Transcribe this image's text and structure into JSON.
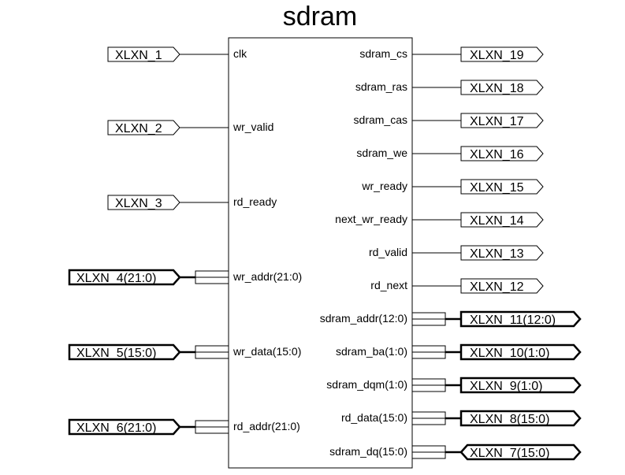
{
  "title": "sdram",
  "left_ports": [
    {
      "pin": "clk",
      "net": "XLXN_1",
      "bus": false,
      "dir": "input"
    },
    {
      "pin": "wr_valid",
      "net": "XLXN_2",
      "bus": false,
      "dir": "input"
    },
    {
      "pin": "rd_ready",
      "net": "XLXN_3",
      "bus": false,
      "dir": "input"
    },
    {
      "pin": "wr_addr(21:0)",
      "net": "XLXN_4(21:0)",
      "bus": true,
      "dir": "input"
    },
    {
      "pin": "wr_data(15:0)",
      "net": "XLXN_5(15:0)",
      "bus": true,
      "dir": "input"
    },
    {
      "pin": "rd_addr(21:0)",
      "net": "XLXN_6(21:0)",
      "bus": true,
      "dir": "input"
    }
  ],
  "right_ports": [
    {
      "pin": "sdram_cs",
      "net": "XLXN_19",
      "bus": false,
      "dir": "output"
    },
    {
      "pin": "sdram_ras",
      "net": "XLXN_18",
      "bus": false,
      "dir": "output"
    },
    {
      "pin": "sdram_cas",
      "net": "XLXN_17",
      "bus": false,
      "dir": "output"
    },
    {
      "pin": "sdram_we",
      "net": "XLXN_16",
      "bus": false,
      "dir": "output"
    },
    {
      "pin": "wr_ready",
      "net": "XLXN_15",
      "bus": false,
      "dir": "output"
    },
    {
      "pin": "next_wr_ready",
      "net": "XLXN_14",
      "bus": false,
      "dir": "output"
    },
    {
      "pin": "rd_valid",
      "net": "XLXN_13",
      "bus": false,
      "dir": "output"
    },
    {
      "pin": "rd_next",
      "net": "XLXN_12",
      "bus": false,
      "dir": "output"
    },
    {
      "pin": "sdram_addr(12:0)",
      "net": "XLXN_11(12:0)",
      "bus": true,
      "dir": "output"
    },
    {
      "pin": "sdram_ba(1:0)",
      "net": "XLXN_10(1:0)",
      "bus": true,
      "dir": "output"
    },
    {
      "pin": "sdram_dqm(1:0)",
      "net": "XLXN_9(1:0)",
      "bus": true,
      "dir": "output"
    },
    {
      "pin": "rd_data(15:0)",
      "net": "XLXN_8(15:0)",
      "bus": true,
      "dir": "output"
    },
    {
      "pin": "sdram_dq(15:0)",
      "net": "XLXN_7(15:0)",
      "bus": true,
      "dir": "inout"
    }
  ]
}
